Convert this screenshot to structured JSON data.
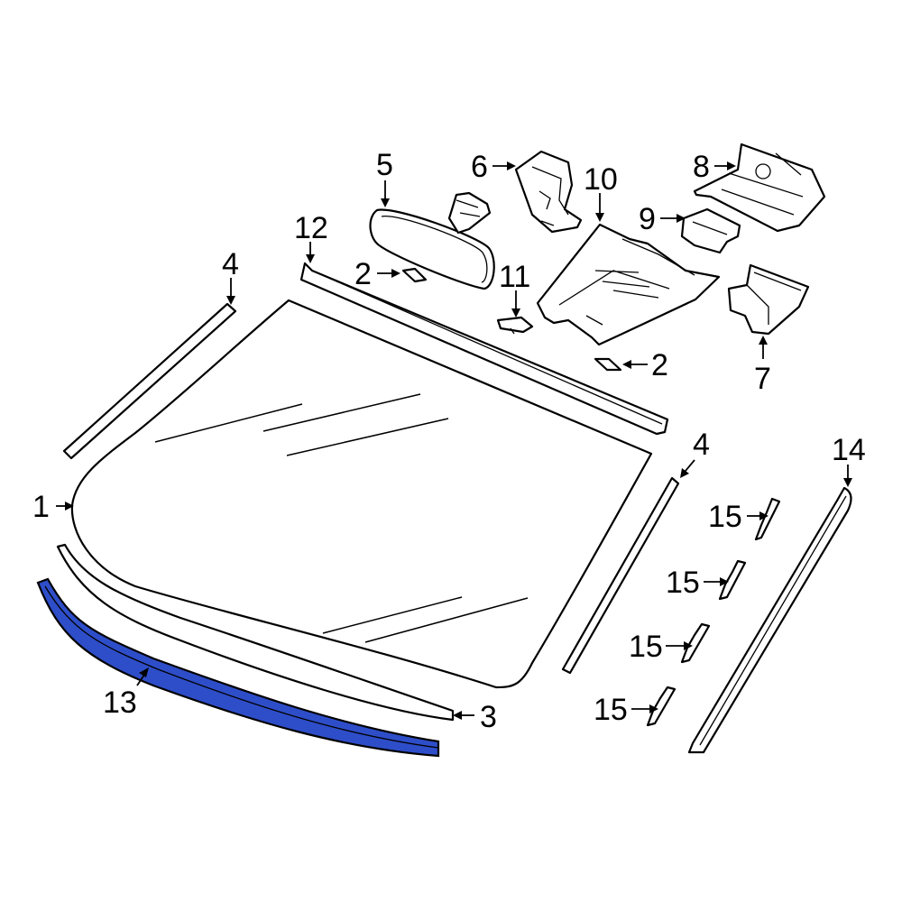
{
  "diagram": {
    "highlight_color": "#2e4ec9",
    "line_color": "#000000",
    "background": "#ffffff",
    "callouts": {
      "c1": "1",
      "c2a": "2",
      "c2b": "2",
      "c3": "3",
      "c4a": "4",
      "c4b": "4",
      "c5": "5",
      "c6": "6",
      "c7": "7",
      "c8": "8",
      "c9": "9",
      "c10": "10",
      "c11": "11",
      "c12": "12",
      "c13": "13",
      "c14": "14",
      "c15a": "15",
      "c15b": "15",
      "c15c": "15",
      "c15d": "15"
    }
  }
}
